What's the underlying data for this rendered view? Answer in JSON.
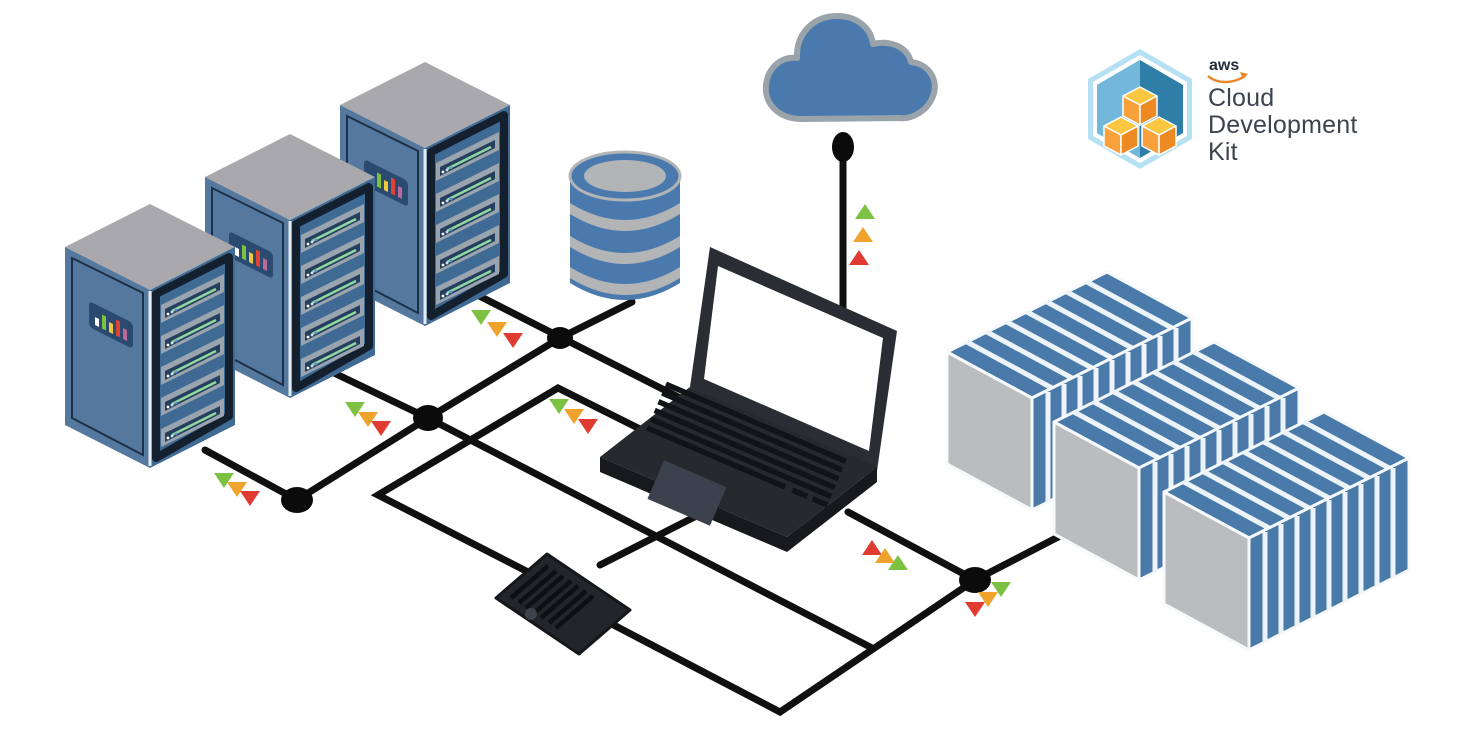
{
  "logo": {
    "brand": "aws",
    "product_line1": "Cloud",
    "product_line2": "Development",
    "product_line3": "Kit"
  },
  "diagram": {
    "description": "Isometric network infrastructure illustration for AWS Cloud Development Kit",
    "components": [
      {
        "id": "server-rack-1",
        "type": "server-rack"
      },
      {
        "id": "server-rack-2",
        "type": "server-rack"
      },
      {
        "id": "server-rack-3",
        "type": "server-rack"
      },
      {
        "id": "database",
        "type": "database-cylinder"
      },
      {
        "id": "laptop",
        "type": "laptop"
      },
      {
        "id": "smartphone",
        "type": "smartphone"
      },
      {
        "id": "cloud",
        "type": "cloud"
      },
      {
        "id": "storage-unit-1",
        "type": "striped-storage-block"
      },
      {
        "id": "storage-unit-2",
        "type": "striped-storage-block"
      },
      {
        "id": "storage-unit-3",
        "type": "striped-storage-block"
      },
      {
        "id": "node-a",
        "type": "network-node"
      },
      {
        "id": "node-b",
        "type": "network-node"
      },
      {
        "id": "node-c",
        "type": "network-node"
      },
      {
        "id": "node-d",
        "type": "network-node"
      },
      {
        "id": "cloud-link-node",
        "type": "network-node"
      }
    ],
    "connections": [
      "cloud - laptop",
      "server-rack-3 - node-a",
      "node-a - database",
      "node-a - laptop",
      "node-a - node-b",
      "server-rack-2 - node-b",
      "server-rack-1 - node-c",
      "node-c - node-b",
      "node-b - node-d",
      "laptop - smartphone",
      "smartphone - node-d",
      "laptop - node-d",
      "node-d - storage-unit-2"
    ],
    "traffic_indicators": {
      "colors": {
        "green": "#7cc142",
        "orange": "#f0a32c",
        "red": "#df3b30"
      },
      "groups": [
        {
          "at": "node-a",
          "direction": "down",
          "order": [
            "green",
            "orange",
            "red"
          ]
        },
        {
          "at": "node-b",
          "direction": "down",
          "order": [
            "green",
            "orange",
            "red"
          ]
        },
        {
          "at": "node-c",
          "direction": "down",
          "order": [
            "green",
            "orange",
            "red"
          ]
        },
        {
          "at": "laptop-left-link",
          "direction": "down",
          "order": [
            "green",
            "orange",
            "red"
          ]
        },
        {
          "at": "cloud-link",
          "direction": "up",
          "order": [
            "green",
            "orange",
            "red"
          ]
        },
        {
          "at": "node-d-upper",
          "direction": "up",
          "order": [
            "red",
            "orange",
            "green"
          ]
        },
        {
          "at": "node-d-lower",
          "direction": "down",
          "order": [
            "green",
            "orange",
            "red"
          ]
        }
      ]
    },
    "palette": {
      "primary_blue": "#4a7aa9",
      "server_face_blue": "#55799e",
      "gray": "#b4b5b7",
      "line_black": "#101010",
      "logo_hex_light": "#b6e1f3",
      "logo_hex_dark": "#2e7ea7",
      "logo_cube_orange": "#f9a23c",
      "logo_cube_yellow": "#fbc640"
    }
  }
}
